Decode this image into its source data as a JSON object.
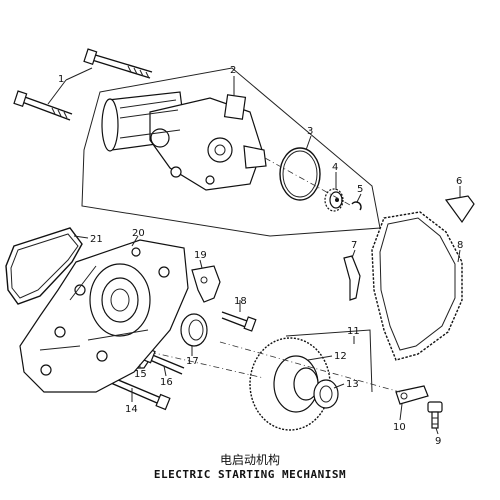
{
  "caption": {
    "chinese": "电启动机构",
    "english": "ELECTRIC STARTING MECHANISM"
  },
  "callouts": [
    "1",
    "2",
    "3",
    "4",
    "5",
    "6",
    "7",
    "8",
    "9",
    "10",
    "11",
    "12",
    "13",
    "14",
    "15",
    "16",
    "17",
    "18",
    "19",
    "20",
    "21"
  ]
}
